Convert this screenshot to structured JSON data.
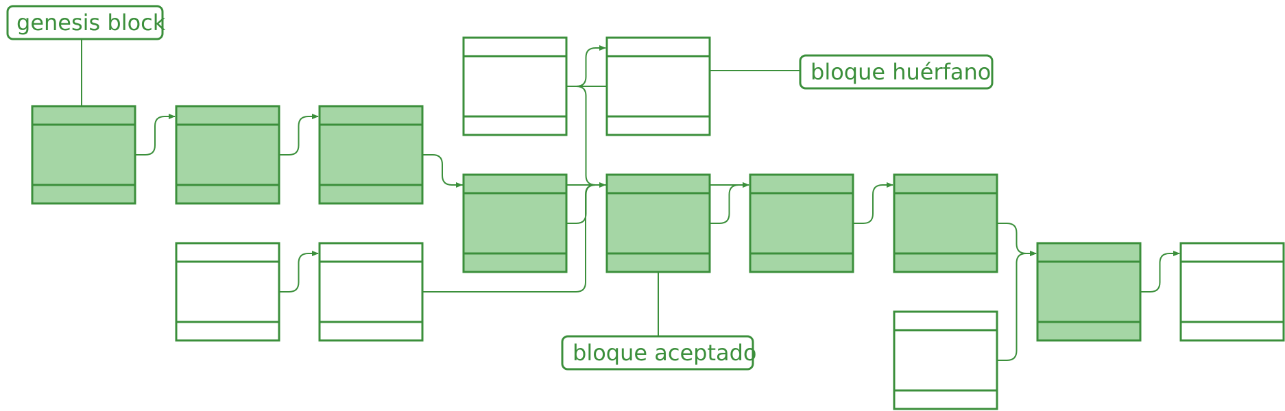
{
  "colors": {
    "stroke": "#3b8f3b",
    "accepted_fill": "#a5d6a5",
    "orphan_fill": "#ffffff",
    "text": "#3b8f3b"
  },
  "labels": {
    "genesis": "genesis block",
    "orphan": "bloque huérfano",
    "accepted": "bloque aceptado"
  },
  "blocks": [
    {
      "id": "b1",
      "accepted": true
    },
    {
      "id": "b2",
      "accepted": true
    },
    {
      "id": "b3",
      "accepted": true
    },
    {
      "id": "o1",
      "accepted": false
    },
    {
      "id": "o2",
      "accepted": false
    },
    {
      "id": "o3",
      "accepted": false
    },
    {
      "id": "o4",
      "accepted": false
    },
    {
      "id": "b4",
      "accepted": true
    },
    {
      "id": "b5",
      "accepted": true
    },
    {
      "id": "b6",
      "accepted": true
    },
    {
      "id": "b7",
      "accepted": true
    },
    {
      "id": "o5",
      "accepted": false
    },
    {
      "id": "b8",
      "accepted": true
    },
    {
      "id": "o6",
      "accepted": false
    }
  ],
  "links": [
    [
      "b1",
      "b2"
    ],
    [
      "b2",
      "b3"
    ],
    [
      "b3",
      "b4"
    ],
    [
      "o1",
      "o2"
    ],
    [
      "o2",
      "b4"
    ],
    [
      "o3",
      "o4"
    ],
    [
      "o4",
      "b6"
    ],
    [
      "b4",
      "b5"
    ],
    [
      "b5",
      "b6"
    ],
    [
      "b6",
      "b7"
    ],
    [
      "b7",
      "b8"
    ],
    [
      "o5",
      "b8"
    ],
    [
      "b8",
      "o6"
    ]
  ]
}
